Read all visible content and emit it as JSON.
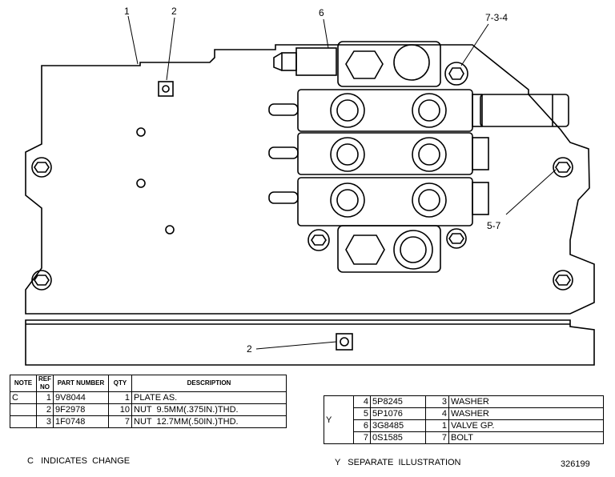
{
  "callouts": {
    "c1": "1",
    "c2_top": "2",
    "c2_bottom": "2",
    "c6": "6",
    "c734": "7-3-4",
    "c57": "5-7"
  },
  "left_table": {
    "headers": [
      "NOTE",
      "REF NO",
      "PART NUMBER",
      "QTY",
      "DESCRIPTION"
    ],
    "rows": [
      {
        "note": "C",
        "ref": "1",
        "part": "9V8044",
        "qty": "1",
        "desc": "PLATE AS."
      },
      {
        "note": "",
        "ref": "2",
        "part": "9F2978",
        "qty": "10",
        "desc": "NUT  9.5MM(.375IN.)THD."
      },
      {
        "note": "",
        "ref": "3",
        "part": "1F0748",
        "qty": "7",
        "desc": "NUT  12.7MM(.50IN.)THD."
      }
    ]
  },
  "right_table": {
    "note": "Y",
    "rows": [
      {
        "ref": "4",
        "part": "5P8245",
        "qty": "3",
        "desc": "WASHER"
      },
      {
        "ref": "5",
        "part": "5P1076",
        "qty": "4",
        "desc": "WASHER"
      },
      {
        "ref": "6",
        "part": "3G8485",
        "qty": "1",
        "desc": "VALVE GP."
      },
      {
        "ref": "7",
        "part": "0S1585",
        "qty": "7",
        "desc": "BOLT"
      }
    ]
  },
  "footnotes": {
    "change": "C   INDICATES  CHANGE",
    "separate": "Y   SEPARATE  ILLUSTRATION",
    "illustration_no": "326199"
  }
}
